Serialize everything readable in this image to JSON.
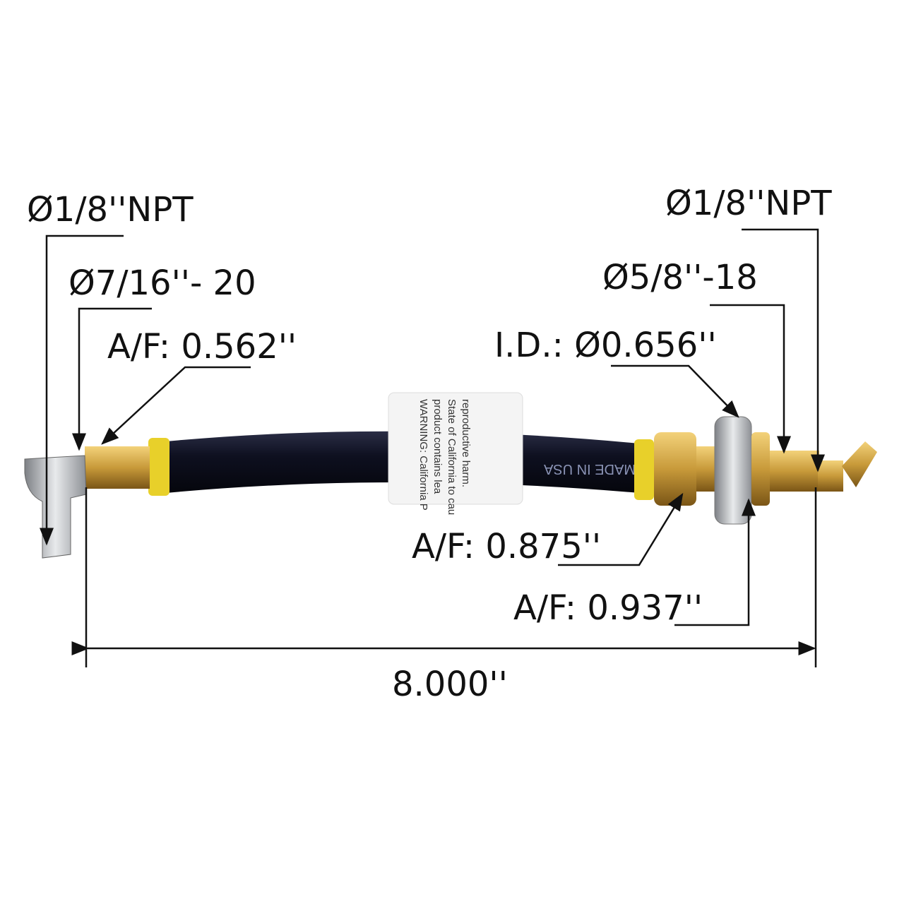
{
  "labels": {
    "left_npt": "Ø1/8''NPT",
    "left_thread": "Ø7/16''- 20",
    "left_af": "A/F: 0.562''",
    "right_npt": "Ø1/8''NPT",
    "right_thread": "Ø5/8''-18",
    "inner_diameter": "I.D.: Ø0.656''",
    "af_875": "A/F: 0.875''",
    "af_937": "A/F: 0.937''",
    "overall_length": "8.000''"
  },
  "product": {
    "hose_print": "MADE IN USA",
    "tag_text": [
      "WARNING: California P",
      "product contains lea",
      "State of California to cau",
      "reproductive harm."
    ]
  },
  "colors": {
    "hose": "#0e1020",
    "brass": "#c89a3a",
    "yellow": "#e8d02a",
    "silver": "#b9bcc0"
  }
}
